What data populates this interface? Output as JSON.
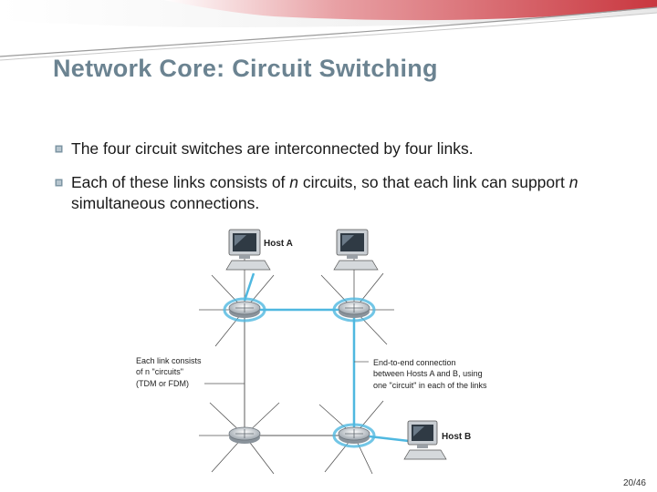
{
  "slide": {
    "title": "Network Core: Circuit Switching",
    "bullets": [
      {
        "pre": "The four circuit switches are interconnected by four links.",
        "em": "",
        "post": "",
        "em2": "",
        "post2": ""
      },
      {
        "pre": "Each of these links consists of ",
        "em": "n",
        "post": " circuits, so that each link can support ",
        "em2": "n",
        "post2": " simultaneous connections."
      }
    ],
    "page_number": "20/46"
  },
  "diagram": {
    "host_a_label": "Host A",
    "host_b_label": "Host B",
    "link_note": [
      "Each link consists",
      "of n \"circuits\"",
      "(TDM or FDM)"
    ],
    "e2e_note": [
      "End-to-end connection",
      "between Hosts A and B, using",
      "one \"circuit\" in each of the links"
    ],
    "colors": {
      "title": "#6b8391",
      "link_highlight": "#4fb8e0",
      "header_red": "#c9373f"
    }
  }
}
